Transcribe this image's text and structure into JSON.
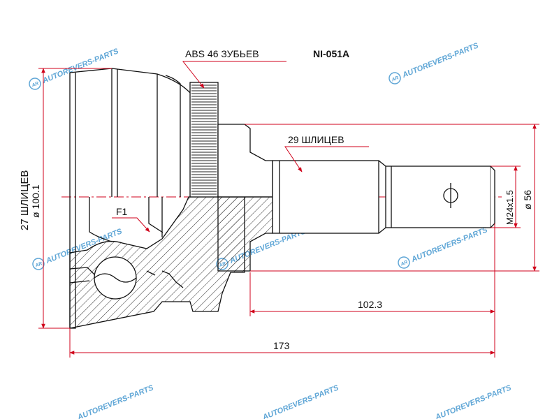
{
  "part_number": "NI-051A",
  "labels": {
    "abs": "ABS 46 ЗУБЬЕВ",
    "outer_splines": "29 ШЛИЦЕВ",
    "inner_splines": "27 ШЛИЦЕВ",
    "f1": "F1",
    "thread": "M24x1.5",
    "shaft_diameter": "ø 56",
    "body_diameter": "ø 100.1",
    "shaft_length": "102.3",
    "total_length": "173"
  },
  "watermark": {
    "text": "AUTOREVERS-PARTS",
    "logo": "AR"
  },
  "colors": {
    "dimension_line": "#d0021b",
    "outline": "#111111",
    "watermark": "#5fa6d6"
  }
}
